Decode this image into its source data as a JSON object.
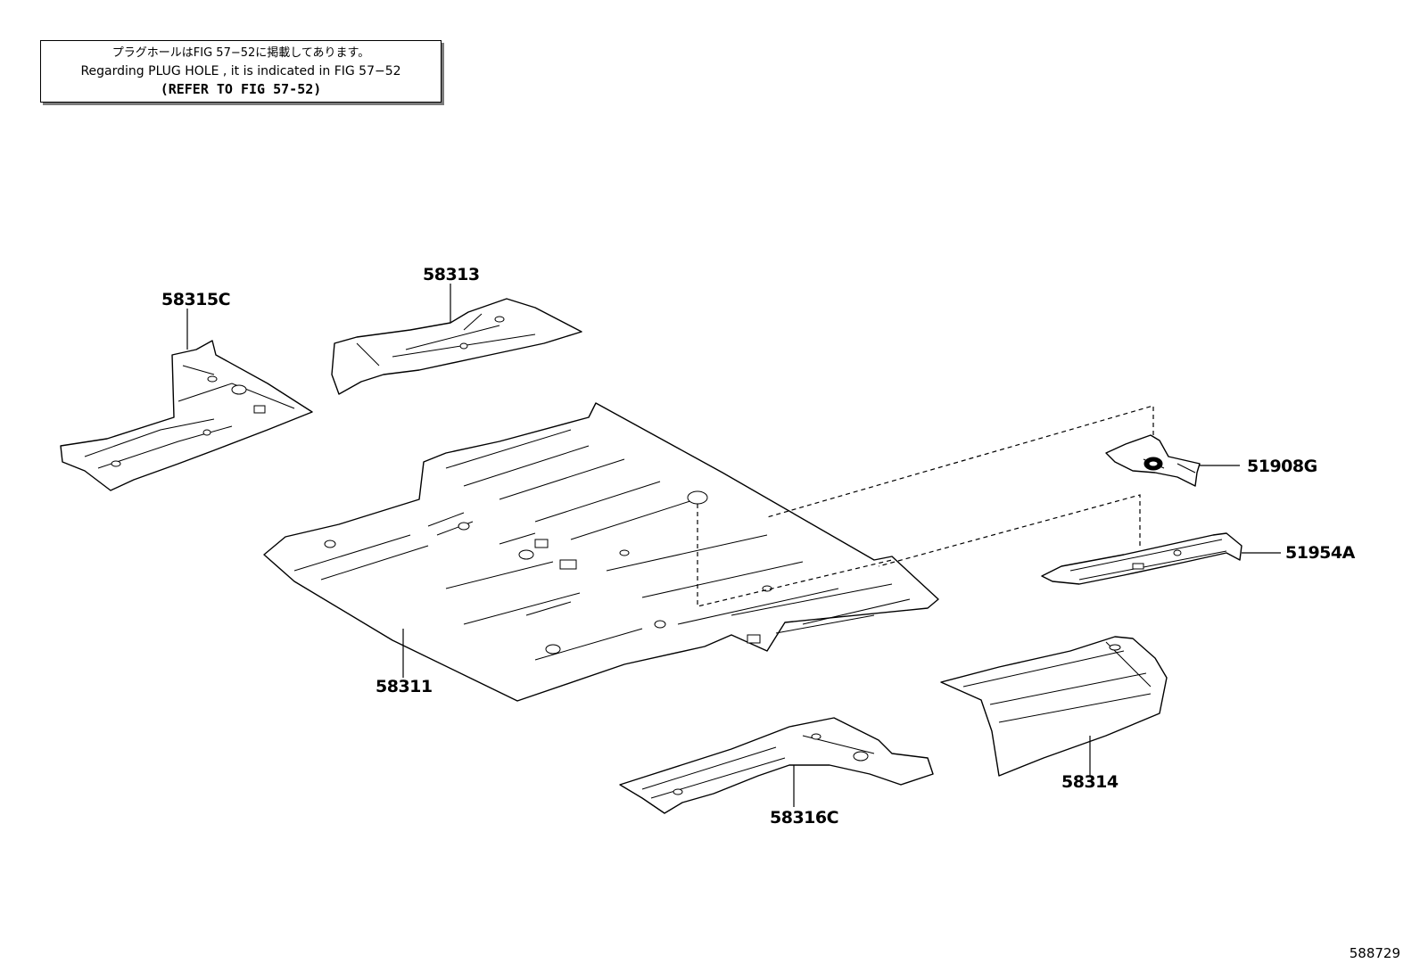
{
  "note": {
    "line_jp": "プラグホールはFIG 57−52に掲載してあります。",
    "line_en": "Regarding PLUG HOLE , it is indicated in FIG 57−52",
    "line_ref": "(REFER TO FIG 57-52)"
  },
  "parts": [
    {
      "id": "58315C",
      "label": "58315C"
    },
    {
      "id": "58313",
      "label": "58313"
    },
    {
      "id": "58311",
      "label": "58311"
    },
    {
      "id": "51908G",
      "label": "51908G"
    },
    {
      "id": "51954A",
      "label": "51954A"
    },
    {
      "id": "58314",
      "label": "58314"
    },
    {
      "id": "58316C",
      "label": "58316C"
    }
  ],
  "figure_id": "588729"
}
